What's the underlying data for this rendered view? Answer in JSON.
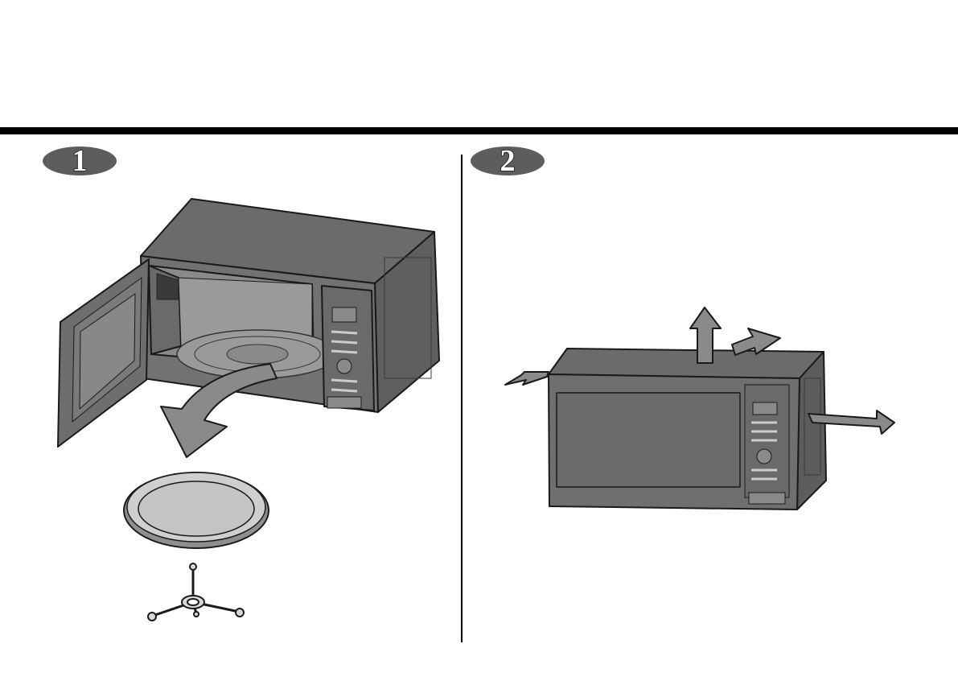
{
  "steps": [
    {
      "number": "1"
    },
    {
      "number": "2"
    }
  ],
  "illustrations": {
    "step1": "microwave-open-door-remove-turntable",
    "step2": "microwave-clearance-arrows"
  },
  "colors": {
    "rule": "#000000",
    "badge": "#5d5d5d",
    "cabinet": "#6e6e6e",
    "arrow": "#888888",
    "glass_tray": "#c4c4c4"
  }
}
